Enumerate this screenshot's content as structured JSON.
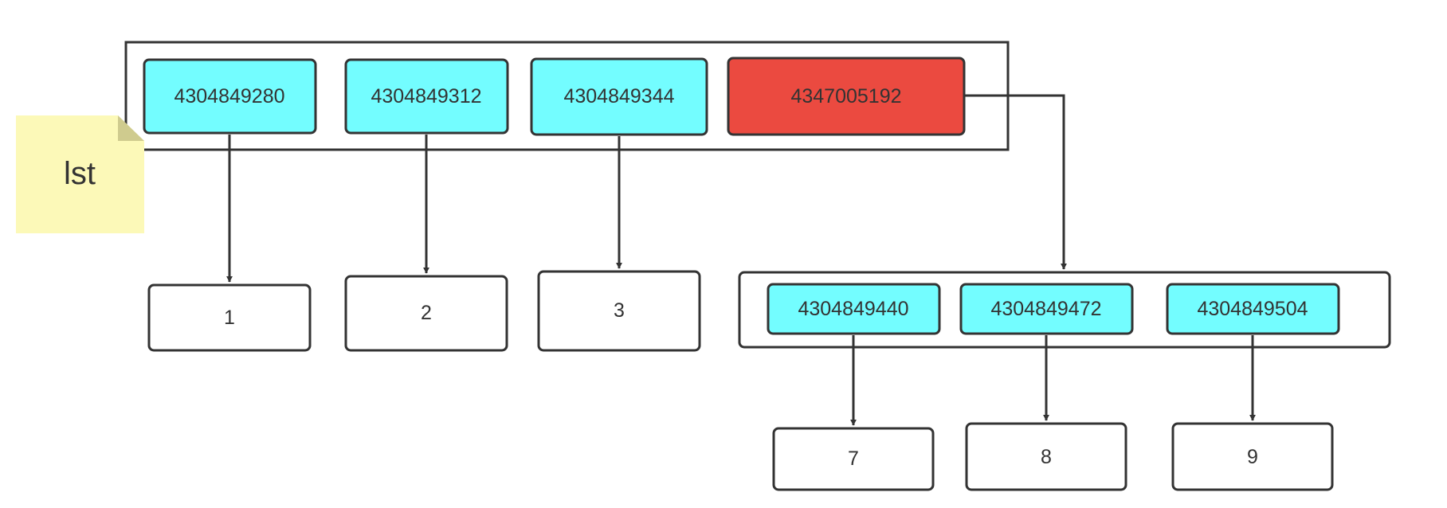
{
  "colors": {
    "pointer_fill": "#73fdff",
    "highlight_fill": "#eb4a40",
    "value_fill": "#ffffff",
    "note_fill": "#fcf9b8",
    "note_fold": "#cfcb8e",
    "stroke": "#333333"
  },
  "note": {
    "label": "lst"
  },
  "outer_list": {
    "cells": [
      "4304849280",
      "4304849312",
      "4304849344",
      "4347005192"
    ]
  },
  "outer_values": [
    "1",
    "2",
    "3"
  ],
  "inner_list": {
    "cells": [
      "4304849440",
      "4304849472",
      "4304849504"
    ]
  },
  "inner_values": [
    "7",
    "8",
    "9"
  ]
}
